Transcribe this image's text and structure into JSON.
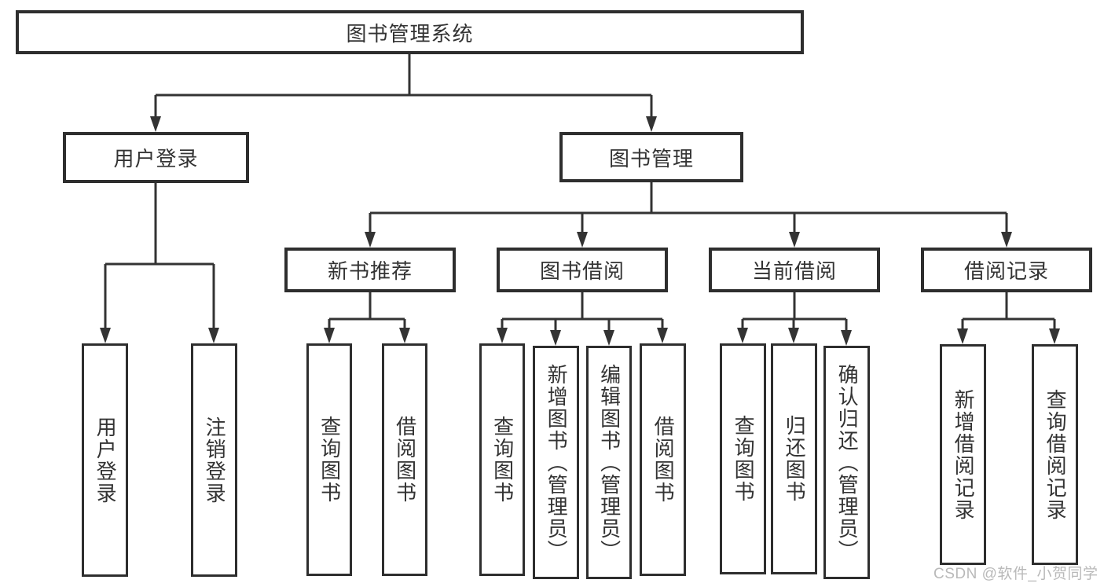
{
  "diagram": {
    "root": {
      "label": "图书管理系统"
    },
    "branches": [
      {
        "label": "用户登录",
        "children": [
          {
            "label": "用户登录"
          },
          {
            "label": "注销登录"
          }
        ]
      },
      {
        "label": "图书管理",
        "children": [
          {
            "label": "新书推荐",
            "children": [
              {
                "label": "查询图书"
              },
              {
                "label": "借阅图书"
              }
            ]
          },
          {
            "label": "图书借阅",
            "children": [
              {
                "label": "查询图书"
              },
              {
                "label": "新增图书（管理员）"
              },
              {
                "label": "编辑图书（管理员）"
              },
              {
                "label": "借阅图书"
              }
            ]
          },
          {
            "label": "当前借阅",
            "children": [
              {
                "label": "查询图书"
              },
              {
                "label": "归还图书"
              },
              {
                "label": "确认归还（管理员）"
              }
            ]
          },
          {
            "label": "借阅记录",
            "children": [
              {
                "label": "新增借阅记录"
              },
              {
                "label": "查询借阅记录"
              }
            ]
          }
        ]
      }
    ]
  },
  "watermark": {
    "label": "CSDN @软件_小贺同学"
  },
  "colors": {
    "line": "#333333",
    "box_border": "#2e2e2e",
    "text": "#333333",
    "background": "#ffffff",
    "watermark": "#b9b9b9"
  }
}
